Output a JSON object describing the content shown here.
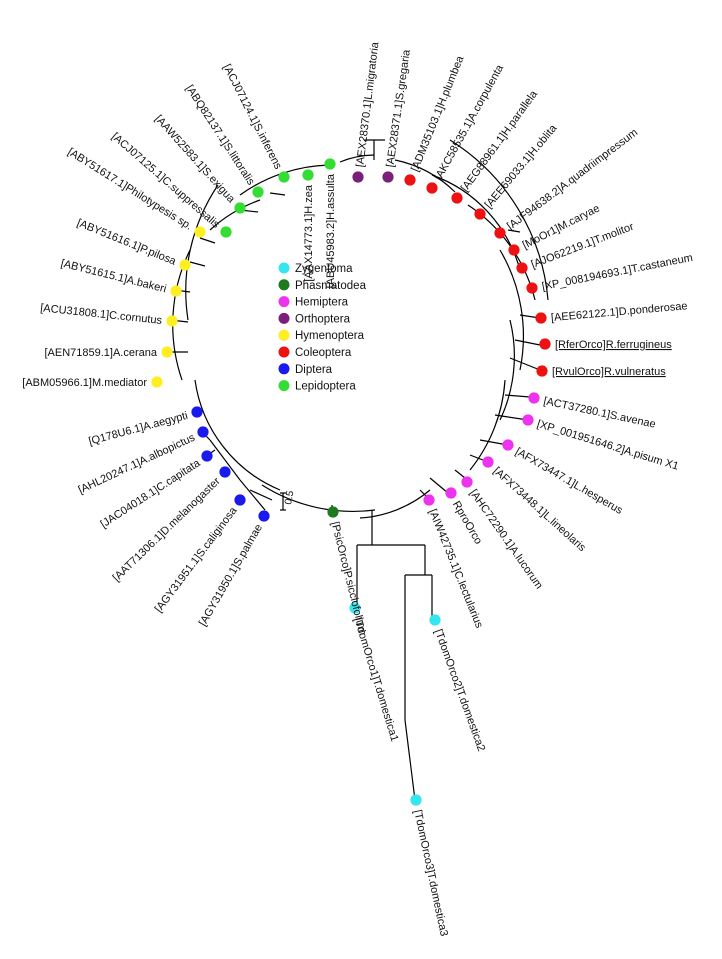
{
  "legend": [
    {
      "label": "Zygentoma",
      "color": "#33e6f0"
    },
    {
      "label": "Phasmatodea",
      "color": "#1f7a1f"
    },
    {
      "label": "Hemiptera",
      "color": "#ee33ee"
    },
    {
      "label": "Orthoptera",
      "color": "#7a1f7a"
    },
    {
      "label": "Hymenoptera",
      "color": "#ffee22"
    },
    {
      "label": "Coleoptera",
      "color": "#ee1111"
    },
    {
      "label": "Diptera",
      "color": "#1a1aee"
    },
    {
      "label": "Lepidoptera",
      "color": "#33dd33"
    }
  ],
  "scale_bar": {
    "label": "0.5"
  },
  "leaves": [
    {
      "label": "[AEX28370.1]L.migratoria",
      "group": "Orthoptera"
    },
    {
      "label": "[AEX28371.1]S.gregaria",
      "group": "Orthoptera"
    },
    {
      "label": "[ADM35103.1]H.plumbea",
      "group": "Coleoptera"
    },
    {
      "label": "[AKC58535.1]A.corpulenta",
      "group": "Coleoptera"
    },
    {
      "label": "[AEG88961.1]H.parallela",
      "group": "Coleoptera"
    },
    {
      "label": "[AEE69033.1]H.oblita",
      "group": "Coleoptera"
    },
    {
      "label": "[AJF94638.2]A.quadriimpressum",
      "group": "Coleoptera"
    },
    {
      "label": "[MoOr1]M.caryae",
      "group": "Coleoptera"
    },
    {
      "label": "[AJO62219.1]T.molitor",
      "group": "Coleoptera"
    },
    {
      "label": "[XP_008194693.1]T.castaneum",
      "group": "Coleoptera"
    },
    {
      "label": "[AEE62122.1]D.ponderosae",
      "group": "Coleoptera"
    },
    {
      "label": "[RferOrco]R.ferrugineus",
      "group": "Coleoptera",
      "underline": true
    },
    {
      "label": "[RvulOrco]R.vulneratus",
      "group": "Coleoptera",
      "underline": true
    },
    {
      "label": "[ACT37280.1]S.avenae",
      "group": "Hemiptera"
    },
    {
      "label": "[XP_001951646.2]A.pisum X1",
      "group": "Hemiptera"
    },
    {
      "label": "[AFX73447.1]L.hesperus",
      "group": "Hemiptera"
    },
    {
      "label": "[AFX73448.1]L.lineolaris",
      "group": "Hemiptera"
    },
    {
      "label": "[AHC72290.1]A.lucorum",
      "group": "Hemiptera"
    },
    {
      "label": "RproOrco",
      "group": "Hemiptera"
    },
    {
      "label": "[AIW42735.1]C.lectularius",
      "group": "Hemiptera"
    },
    {
      "label": "[TdomOrco2]T.domestica2",
      "group": "Zygentoma"
    },
    {
      "label": "[TdomOrco3]T.domestica3",
      "group": "Zygentoma"
    },
    {
      "label": "[TdomOrco1]T.domestica1",
      "group": "Zygentoma"
    },
    {
      "label": "[PsicOrco]P.sicciofolium",
      "group": "Phasmatodea"
    },
    {
      "label": "[AGY31950.1]S.palmae",
      "group": "Diptera"
    },
    {
      "label": "[AGY31951.1]S.caliginosa",
      "group": "Diptera"
    },
    {
      "label": "[AAT71306.1]D.melanogaster",
      "group": "Diptera"
    },
    {
      "label": "[JAC04018.1]C.capitata",
      "group": "Diptera"
    },
    {
      "label": "[AHL20247.1]A.albopictus",
      "group": "Diptera"
    },
    {
      "label": "[Q178U6.1]A.aegypti",
      "group": "Diptera"
    },
    {
      "label": "[ABM05966.1]M.mediator",
      "group": "Hymenoptera"
    },
    {
      "label": "[AEN71859.1]A.cerana",
      "group": "Hymenoptera"
    },
    {
      "label": "[ACU31808.1]C.cornutus",
      "group": "Hymenoptera"
    },
    {
      "label": "[ABY51615.1]A.bakeri",
      "group": "Hymenoptera"
    },
    {
      "label": "[ABY51616.1]P.pilosa",
      "group": "Hymenoptera"
    },
    {
      "label": "[ABY51617.1]Philotypesis sp.",
      "group": "Hymenoptera"
    },
    {
      "label": "[ACJ07125.1]C.suppressalis",
      "group": "Lepidoptera"
    },
    {
      "label": "[AAW52583.1]S.exigua",
      "group": "Lepidoptera"
    },
    {
      "label": "[ABQ82137.1]S.littoralis",
      "group": "Lepidoptera"
    },
    {
      "label": "[ACJ07124.1]S.inferens",
      "group": "Lepidoptera"
    },
    {
      "label": "[AAX14773.1]H.zea",
      "group": "Lepidoptera"
    },
    {
      "label": "[ABU45983.2]H.assulta",
      "group": "Lepidoptera"
    }
  ]
}
